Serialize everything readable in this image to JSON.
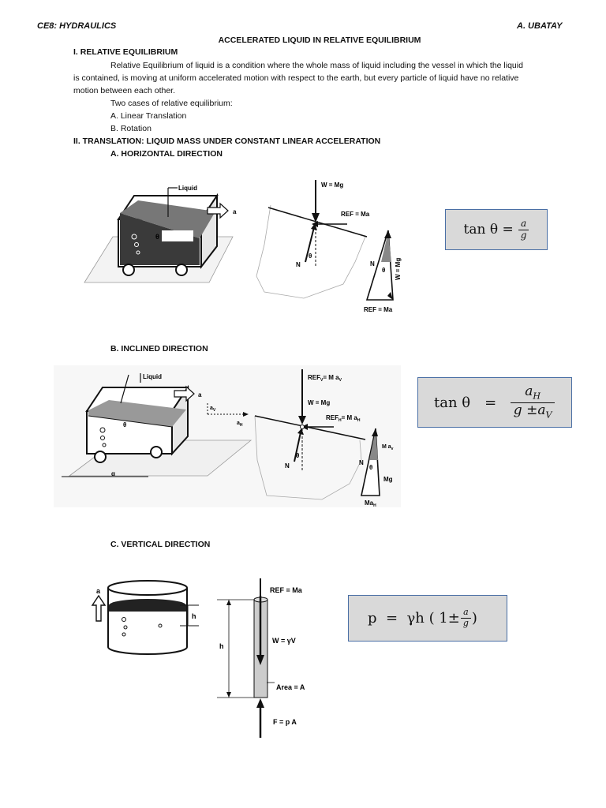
{
  "header": {
    "course": "CE8: HYDRAULICS",
    "author": "A. UBATAY"
  },
  "title": "ACCELERATED LIQUID IN RELATIVE EQUILIBRIUM",
  "section1": {
    "heading": "I. RELATIVE EQUILIBRIUM",
    "para_line1": "Relative Equilibrium of liquid is a condition where the whole mass of liquid including the vessel in which the liquid",
    "para_line2": "is contained, is moving at uniform accelerated motion with respect to the earth, but every particle of liquid have no relative",
    "para_line3": "motion between each other.",
    "cases_intro": "Two cases of relative equilibrium:",
    "case_a": "A. Linear Translation",
    "case_b": "B. Rotation"
  },
  "section2": {
    "heading": "II. TRANSLATION: LIQUID MASS UNDER CONSTANT LINEAR ACCELERATION",
    "sub_a": "A. HORIZONTAL DIRECTION",
    "sub_b": "B. INCLINED DIRECTION",
    "sub_c": "C. VERTICAL DIRECTION"
  },
  "fig_horizontal": {
    "liquid": "Liquid",
    "a": "a",
    "theta": "θ",
    "w": "W = Mg",
    "ref": "REF = Ma",
    "n": "N",
    "tri_n": "N",
    "tri_theta": "θ",
    "tri_w": "W = Mg",
    "tri_ref": "REF = Ma"
  },
  "eq_horizontal": {
    "lhs": "tan θ =",
    "num": "a",
    "den": "g"
  },
  "fig_inclined": {
    "liquid": "Liquid",
    "a": "a",
    "av": "a",
    "av_sub": "V",
    "ah": "a",
    "ah_sub": "H",
    "theta": "θ",
    "alpha": "α",
    "refv": "REF",
    "refv_sub": "V",
    "refv_rhs": "= M a",
    "refv_rhs_sub": "V",
    "w": "W = Mg",
    "refh": "REF",
    "refh_sub": "H",
    "refh_rhs": "= M a",
    "refh_rhs_sub": "H",
    "n": "N",
    "tri_mav": "M a",
    "tri_mav_sub": "v",
    "tri_n": "N",
    "tri_theta": "θ",
    "tri_mg": "Mg",
    "tri_mah": "Ma",
    "tri_mah_sub": "H"
  },
  "eq_inclined": {
    "lhs": "tan θ",
    "eq": "=",
    "num": "a",
    "num_sub": "H",
    "den_g": "g",
    "den_pm": "±",
    "den_a": "a",
    "den_sub": "V"
  },
  "fig_vertical": {
    "a": "a",
    "h": "h",
    "ref": "REF = Ma",
    "w": "W = γV",
    "h2": "h",
    "area": "Area = A",
    "f": "F = p A"
  },
  "eq_vertical": {
    "lhs": "p  =  γh ( 1±",
    "num": "a",
    "den": "g",
    "rhs": ")"
  }
}
